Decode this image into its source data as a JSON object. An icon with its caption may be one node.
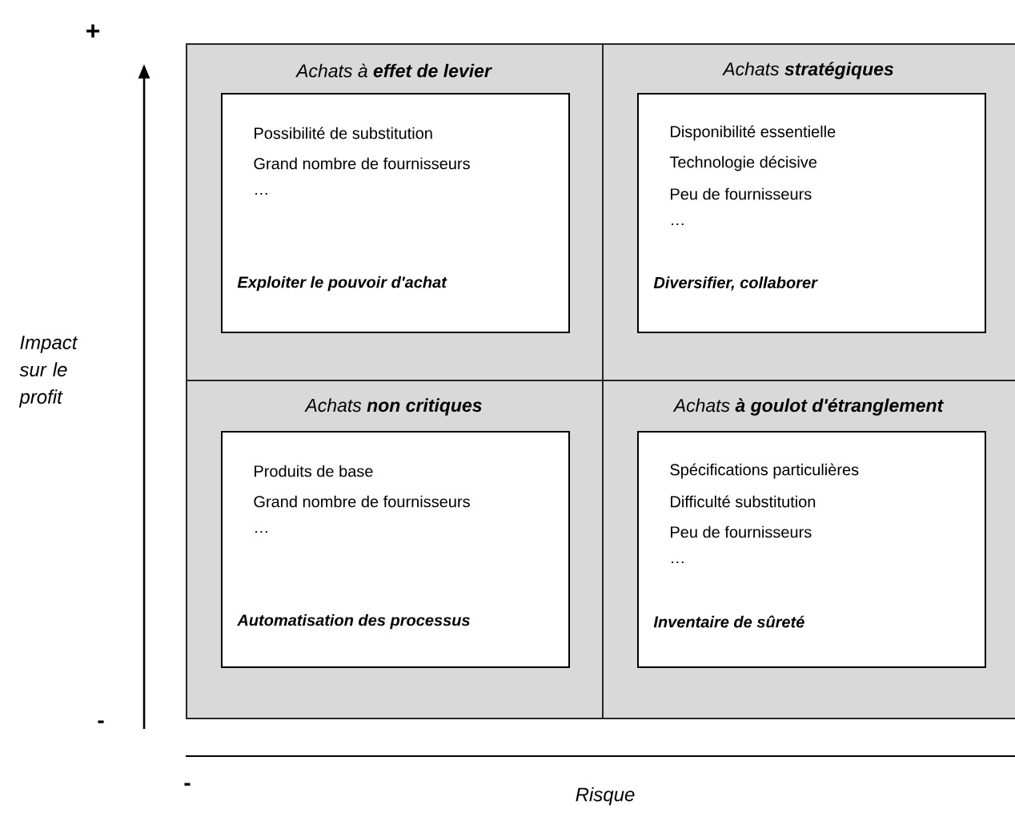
{
  "diagram": {
    "nodes": [
      {
        "text": [
          "Achats à **effet de levier**"
        ]
      },
      {
        "text": [
          "Possibilité de substitution",
          "Grand nombre de fournisseurs",
          "…",
          "Exploiter le pouvoir d'achat"
        ],
        "in": 0
      },
      {
        "text": [
          "Achats **stratégiques**"
        ]
      },
      {
        "text": [
          "Disponibilité essentielle",
          "Technologie décisive",
          "Peu de fournisseurs",
          "…",
          "Diversifier, collaborer"
        ],
        "in": 2
      },
      {
        "text": [
          "Achats **non critiques**"
        ]
      },
      {
        "text": [
          "Produits de base",
          "Grand nombre de fournisseurs",
          "…",
          "Automatisation des processus"
        ],
        "in": 4
      },
      {
        "text": [
          "Achats **à goulot d'étranglement**"
        ]
      },
      {
        "text": [
          "Spécifications particulières",
          "Difficulté substitution",
          "Peu de fournisseurs",
          "…",
          "Inventaire de sûreté"
        ],
        "in": 6
      }
    ],
    "labels": [
      "+",
      "Impact sur le profit",
      "-",
      "-",
      "Risque"
    ]
  }
}
